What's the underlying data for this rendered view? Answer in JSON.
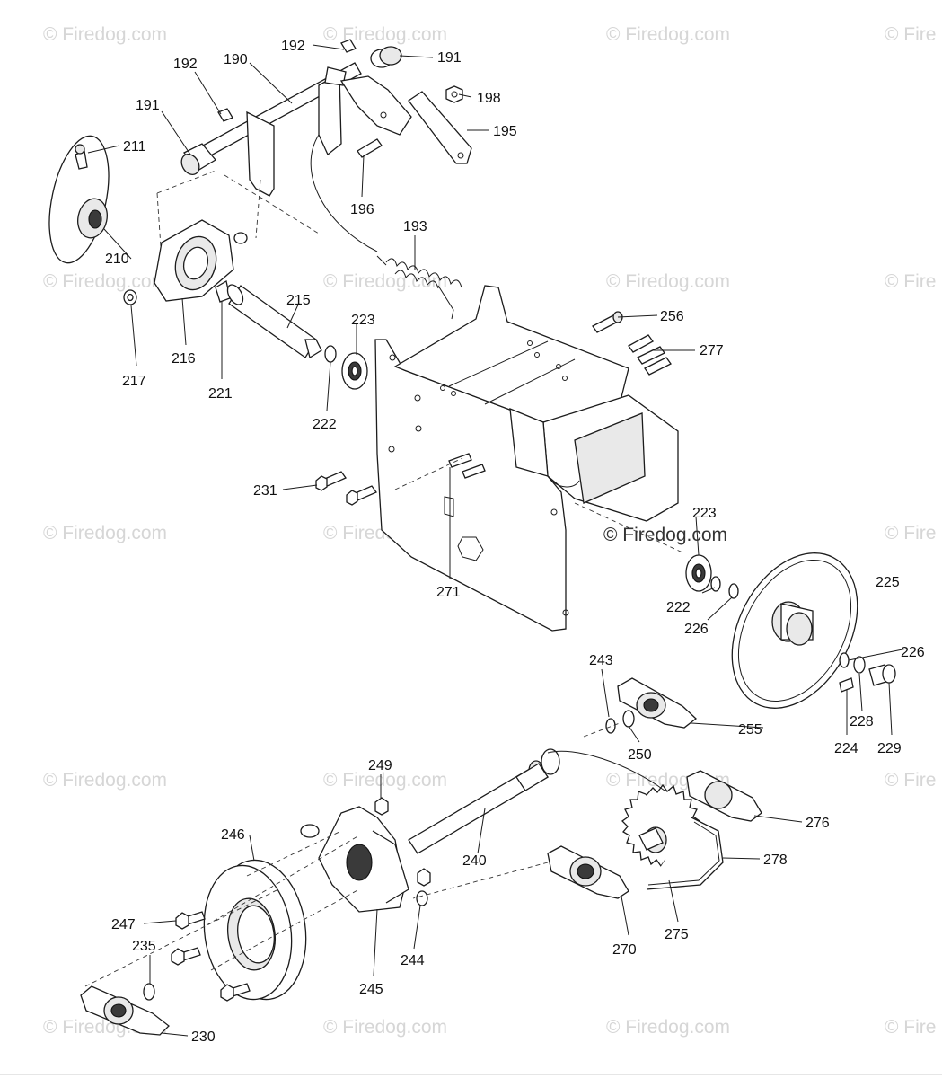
{
  "watermark": {
    "text": "© Firedog.com",
    "text_partial": "© Fire",
    "text_overlay": "© Firedog.com"
  },
  "callouts": [
    {
      "id": "c192a",
      "text": "192"
    },
    {
      "id": "c191a",
      "text": "191"
    },
    {
      "id": "c192b",
      "text": "192"
    },
    {
      "id": "c190",
      "text": "190"
    },
    {
      "id": "c198",
      "text": "198"
    },
    {
      "id": "c191b",
      "text": "191"
    },
    {
      "id": "c195",
      "text": "195"
    },
    {
      "id": "c211",
      "text": "211"
    },
    {
      "id": "c196",
      "text": "196"
    },
    {
      "id": "c193",
      "text": "193"
    },
    {
      "id": "c210",
      "text": "210"
    },
    {
      "id": "c215",
      "text": "215"
    },
    {
      "id": "c256",
      "text": "256"
    },
    {
      "id": "c223a",
      "text": "223"
    },
    {
      "id": "c277",
      "text": "277"
    },
    {
      "id": "c216",
      "text": "216"
    },
    {
      "id": "c217",
      "text": "217"
    },
    {
      "id": "c221",
      "text": "221"
    },
    {
      "id": "c222a",
      "text": "222"
    },
    {
      "id": "c231",
      "text": "231"
    },
    {
      "id": "c223b",
      "text": "223"
    },
    {
      "id": "c271",
      "text": "271"
    },
    {
      "id": "c225",
      "text": "225"
    },
    {
      "id": "c222b",
      "text": "222"
    },
    {
      "id": "c226a",
      "text": "226"
    },
    {
      "id": "c226b",
      "text": "226"
    },
    {
      "id": "c243",
      "text": "243"
    },
    {
      "id": "c228",
      "text": "228"
    },
    {
      "id": "c255",
      "text": "255"
    },
    {
      "id": "c224",
      "text": "224"
    },
    {
      "id": "c229",
      "text": "229"
    },
    {
      "id": "c250",
      "text": "250"
    },
    {
      "id": "c249",
      "text": "249"
    },
    {
      "id": "c276",
      "text": "276"
    },
    {
      "id": "c246",
      "text": "246"
    },
    {
      "id": "c240",
      "text": "240"
    },
    {
      "id": "c278",
      "text": "278"
    },
    {
      "id": "c247",
      "text": "247"
    },
    {
      "id": "c235",
      "text": "235"
    },
    {
      "id": "c244",
      "text": "244"
    },
    {
      "id": "c270",
      "text": "270"
    },
    {
      "id": "c275",
      "text": "275"
    },
    {
      "id": "c245",
      "text": "245"
    },
    {
      "id": "c230",
      "text": "230"
    }
  ]
}
